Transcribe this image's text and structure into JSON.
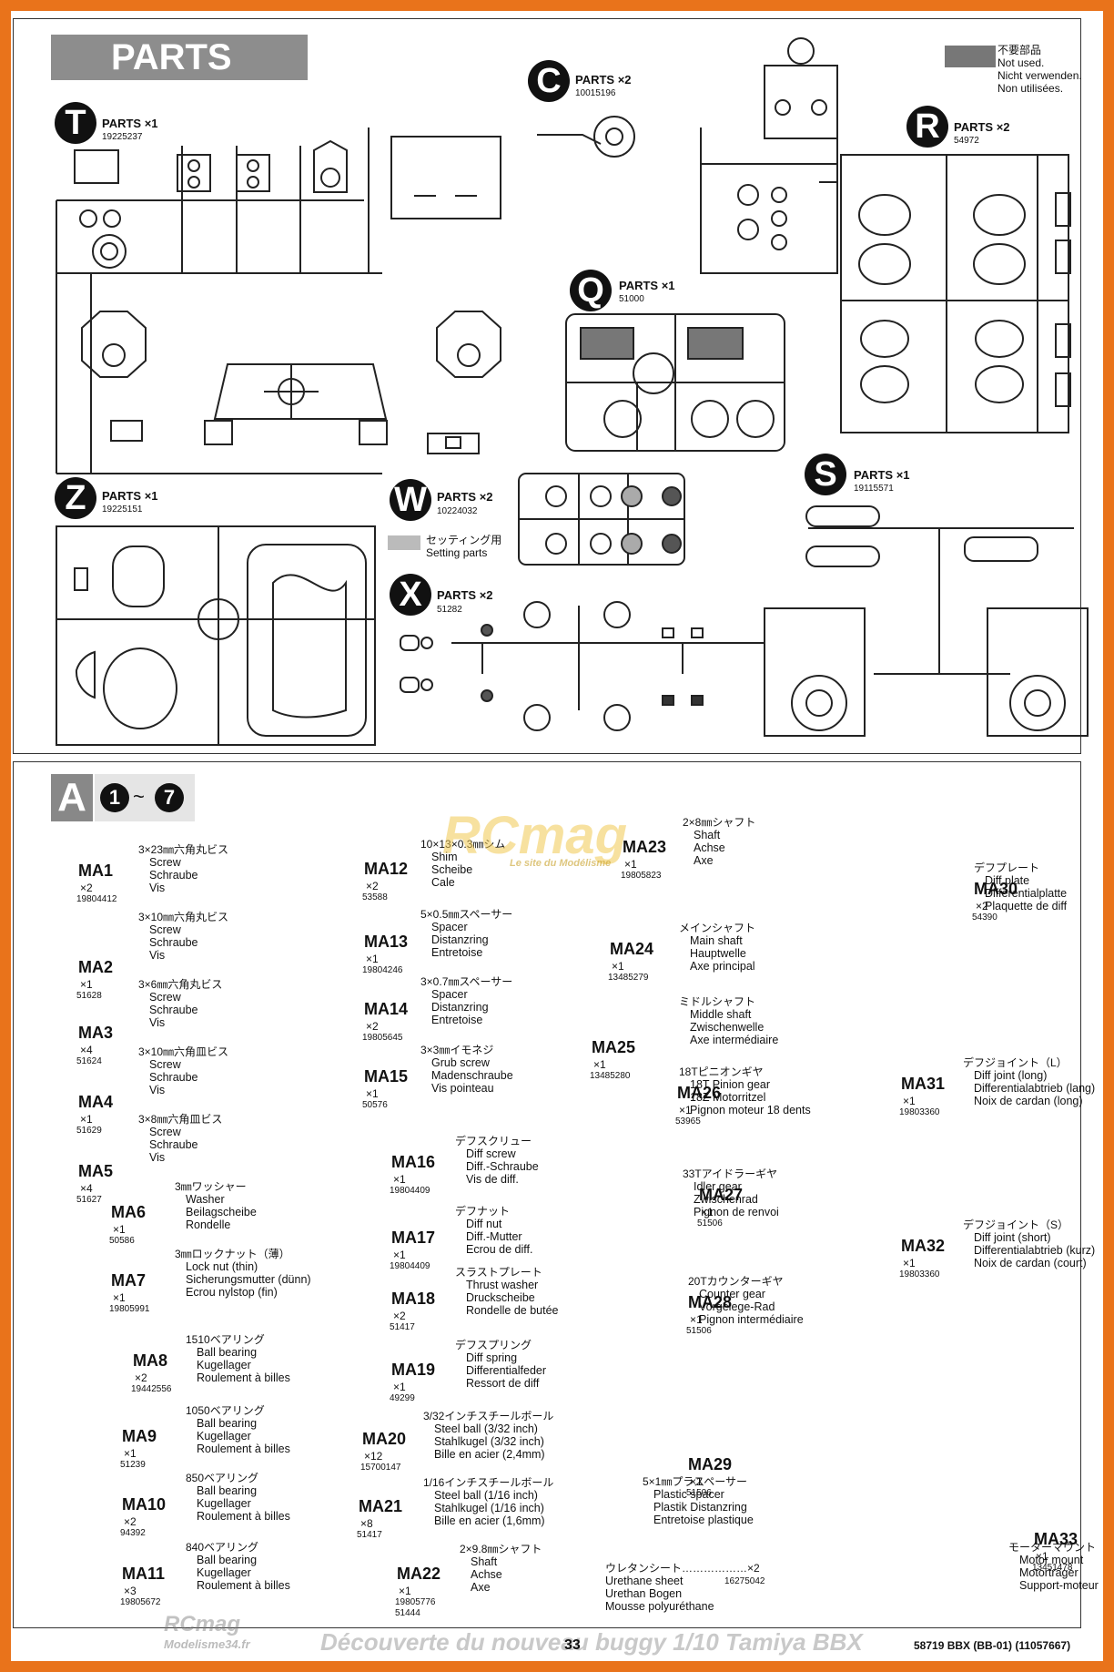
{
  "parts_header": "PARTS",
  "legend": {
    "not_used": [
      "不要部品",
      "Not used.",
      "Nicht verwenden.",
      "Non utilisées."
    ],
    "setting": [
      "セッティング用",
      "Setting parts"
    ]
  },
  "sprues": [
    {
      "letter": "T",
      "label": "PARTS ×1",
      "pn": "19225237"
    },
    {
      "letter": "C",
      "label": "PARTS ×2",
      "pn": "10015196"
    },
    {
      "letter": "R",
      "label": "PARTS ×2",
      "pn": "54972"
    },
    {
      "letter": "Q",
      "label": "PARTS ×1",
      "pn": "51000"
    },
    {
      "letter": "Z",
      "label": "PARTS ×1",
      "pn": "19225151"
    },
    {
      "letter": "W",
      "label": "PARTS ×2",
      "pn": "10224032"
    },
    {
      "letter": "X",
      "label": "PARTS ×2",
      "pn": "51282"
    },
    {
      "letter": "S",
      "label": "PARTS ×1",
      "pn": "19115571"
    }
  ],
  "section": {
    "letter": "A",
    "step_from": "1",
    "tilde": "~",
    "step_to": "7"
  },
  "items": [
    {
      "code": "MA1",
      "qty": "×2",
      "ref": "19804412",
      "jp": "3×23㎜六角丸ビス",
      "desc": [
        "Screw",
        "Schraube",
        "Vis"
      ]
    },
    {
      "code": "MA2",
      "qty": "×1",
      "ref": "51628",
      "jp": "3×10㎜六角丸ビス",
      "desc": [
        "Screw",
        "Schraube",
        "Vis"
      ]
    },
    {
      "code": "MA3",
      "qty": "×4",
      "ref": "51624",
      "jp": "3×6㎜六角丸ビス",
      "desc": [
        "Screw",
        "Schraube",
        "Vis"
      ]
    },
    {
      "code": "MA4",
      "qty": "×1",
      "ref": "51629",
      "jp": "3×10㎜六角皿ビス",
      "desc": [
        "Screw",
        "Schraube",
        "Vis"
      ]
    },
    {
      "code": "MA5",
      "qty": "×4",
      "ref": "51627",
      "jp": "3×8㎜六角皿ビス",
      "desc": [
        "Screw",
        "Schraube",
        "Vis"
      ]
    },
    {
      "code": "MA6",
      "qty": "×1",
      "ref": "50586",
      "jp": "3㎜ワッシャー",
      "desc": [
        "Washer",
        "Beilagscheibe",
        "Rondelle"
      ]
    },
    {
      "code": "MA7",
      "qty": "×1",
      "ref": "19805991",
      "jp": "3㎜ロックナット（薄）",
      "desc": [
        "Lock nut (thin)",
        "Sicherungsmutter (dünn)",
        "Ecrou nylstop (fin)"
      ]
    },
    {
      "code": "MA8",
      "qty": "×2",
      "ref": "19442556",
      "jp": "1510ベアリング",
      "desc": [
        "Ball bearing",
        "Kugellager",
        "Roulement à billes"
      ]
    },
    {
      "code": "MA9",
      "qty": "×1",
      "ref": "51239",
      "jp": "1050ベアリング",
      "desc": [
        "Ball bearing",
        "Kugellager",
        "Roulement à billes"
      ]
    },
    {
      "code": "MA10",
      "qty": "×2",
      "ref": "94392",
      "jp": "850ベアリング",
      "desc": [
        "Ball bearing",
        "Kugellager",
        "Roulement à billes"
      ]
    },
    {
      "code": "MA11",
      "qty": "×3",
      "ref": "19805672",
      "jp": "840ベアリング",
      "desc": [
        "Ball bearing",
        "Kugellager",
        "Roulement à billes"
      ]
    },
    {
      "code": "MA12",
      "qty": "×2",
      "ref": "53588",
      "jp": "10×13×0.3㎜シム",
      "desc": [
        "Shim",
        "Scheibe",
        "Cale"
      ]
    },
    {
      "code": "MA13",
      "qty": "×1",
      "ref": "19804246",
      "jp": "5×0.5㎜スペーサー",
      "desc": [
        "Spacer",
        "Distanzring",
        "Entretoise"
      ]
    },
    {
      "code": "MA14",
      "qty": "×2",
      "ref": "19805645",
      "jp": "3×0.7㎜スペーサー",
      "desc": [
        "Spacer",
        "Distanzring",
        "Entretoise"
      ]
    },
    {
      "code": "MA15",
      "qty": "×1",
      "ref": "50576",
      "jp": "3×3㎜イモネジ",
      "desc": [
        "Grub screw",
        "Madenschraube",
        "Vis pointeau"
      ]
    },
    {
      "code": "MA16",
      "qty": "×1",
      "ref": "19804409",
      "jp": "デフスクリュー",
      "desc": [
        "Diff screw",
        "Diff.-Schraube",
        "Vis de diff."
      ]
    },
    {
      "code": "MA17",
      "qty": "×1",
      "ref": "19804409",
      "jp": "デフナット",
      "desc": [
        "Diff nut",
        "Diff.-Mutter",
        "Ecrou de diff."
      ]
    },
    {
      "code": "MA18",
      "qty": "×2",
      "ref": "51417",
      "jp": "スラストプレート",
      "desc": [
        "Thrust washer",
        "Druckscheibe",
        "Rondelle de butée"
      ]
    },
    {
      "code": "MA19",
      "qty": "×1",
      "ref": "49299",
      "jp": "デフスプリング",
      "desc": [
        "Diff spring",
        "Differentialfeder",
        "Ressort de diff"
      ]
    },
    {
      "code": "MA20",
      "qty": "×12",
      "ref": "15700147",
      "jp": "3/32インチスチールボール",
      "desc": [
        "Steel ball (3/32 inch)",
        "Stahlkugel (3/32 inch)",
        "Bille en acier (2,4mm)"
      ]
    },
    {
      "code": "MA21",
      "qty": "×8",
      "ref": "51417",
      "jp": "1/16インチスチールボール",
      "desc": [
        "Steel ball (1/16 inch)",
        "Stahlkugel (1/16 inch)",
        "Bille en acier (1,6mm)"
      ]
    },
    {
      "code": "MA22",
      "qty": "×1",
      "ref": "19805776",
      "ref2": "51444",
      "jp": "2×9.8㎜シャフト",
      "desc": [
        "Shaft",
        "Achse",
        "Axe"
      ]
    },
    {
      "code": "MA23",
      "qty": "×1",
      "ref": "19805823",
      "jp": "2×8㎜シャフト",
      "desc": [
        "Shaft",
        "Achse",
        "Axe"
      ]
    },
    {
      "code": "MA24",
      "qty": "×1",
      "ref": "13485279",
      "jp": "メインシャフト",
      "desc": [
        "Main shaft",
        "Hauptwelle",
        "Axe principal"
      ]
    },
    {
      "code": "MA25",
      "qty": "×1",
      "ref": "13485280",
      "jp": "ミドルシャフト",
      "desc": [
        "Middle shaft",
        "Zwischenwelle",
        "Axe intermédiaire"
      ]
    },
    {
      "code": "MA26",
      "qty": "×1",
      "ref": "53965",
      "jp": "18Tピニオンギヤ",
      "desc": [
        "18T Pinion gear",
        "18Z Motorritzel",
        "Pignon moteur 18 dents"
      ]
    },
    {
      "code": "MA27",
      "qty": "×1",
      "ref": "51506",
      "jp": "33Tアイドラーギヤ",
      "desc": [
        "Idler gear",
        "Zwischenrad",
        "Pignon de renvoi"
      ]
    },
    {
      "code": "MA28",
      "qty": "×1",
      "ref": "51506",
      "jp": "20Tカウンターギヤ",
      "desc": [
        "Counter gear",
        "Vorgelege-Rad",
        "Pignon intermédiaire"
      ]
    },
    {
      "code": "MA29",
      "qty": "×1",
      "ref": "51506",
      "jp": "5×1㎜プラスペーサー",
      "desc": [
        "Plastic spacer",
        "Plastik Distanzring",
        "Entretoise plastique"
      ]
    },
    {
      "code": "MA30",
      "qty": "×2",
      "ref": "54390",
      "jp": "デフプレート",
      "desc": [
        "Diff plate",
        "Differentialplatte",
        "Plaquette de diff"
      ]
    },
    {
      "code": "MA31",
      "qty": "×1",
      "ref": "19803360",
      "jp": "デフジョイント（L）",
      "desc": [
        "Diff joint (long)",
        "Differentialabtrieb (lang)",
        "Noix de cardan (long)"
      ]
    },
    {
      "code": "MA32",
      "qty": "×1",
      "ref": "19803360",
      "jp": "デフジョイント（S）",
      "desc": [
        "Diff joint (short)",
        "Differentialabtrieb (kurz)",
        "Noix de cardan (court)"
      ]
    },
    {
      "code": "MA33",
      "qty": "×1",
      "ref": "13451478",
      "jp": "モーターマウント",
      "desc": [
        "Motor mount",
        "Motorträger",
        "Support-moteur"
      ]
    }
  ],
  "urethane": {
    "jp": "ウレタンシート………………×2",
    "ref": "16275042",
    "desc": [
      "Urethane sheet",
      "Urethan Bogen",
      "Mousse polyuréthane"
    ]
  },
  "footer": {
    "page": "33",
    "doc": "58719 BBX (BB-01) (11057667)"
  },
  "watermark": {
    "logo": "RCmag",
    "logo_sub": "Le site du Modélisme",
    "bottom_logo": "RCmag",
    "bottom_sub": "Modelisme34.fr",
    "caption": "Découverte du nouveau buggy 1/10 Tamiya BBX"
  }
}
